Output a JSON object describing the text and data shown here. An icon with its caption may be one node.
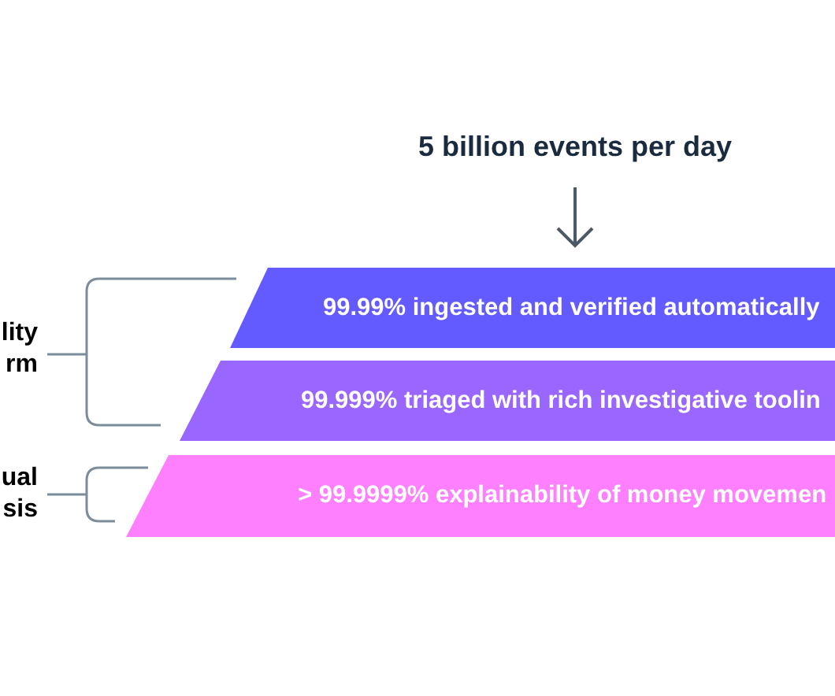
{
  "diagram": {
    "nodes": [
      {
        "text": [
          "5 billion events per day"
        ]
      },
      {
        "text": [
          "99.99% ingested and verified automatically"
        ]
      },
      {
        "text": [
          "99.999% triaged with rich investigative toolin"
        ]
      },
      {
        "text": [
          "> 99.9999% explainability of money movemen"
        ]
      }
    ],
    "edges": [
      {
        "from": 0,
        "to": 1,
        "arrow": "to"
      }
    ],
    "labels": [
      "lity rm",
      "ual sis"
    ]
  }
}
